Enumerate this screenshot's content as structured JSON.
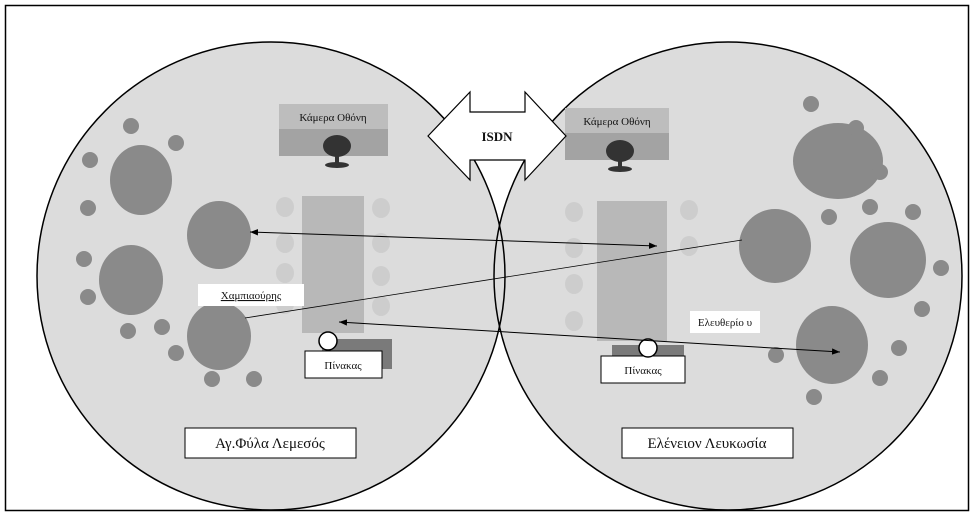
{
  "link": {
    "label": "ISDN"
  },
  "sites": {
    "left": {
      "name": "Αγ.Φύλα Λεμεσός",
      "camera_screen": "Κάμερα Οθόνη",
      "board": "Πίνακας",
      "person_label": "Χαμπιαούρης"
    },
    "right": {
      "name": "Ελένειον Λευκωσία",
      "camera_screen": "Κάμερα Οθόνη",
      "board": "Πίνακας",
      "person_label": "Ελευθερίο υ"
    }
  },
  "colors": {
    "room_fill": "#dcdcdc",
    "group_fill": "#8a8a8a",
    "table_fill": "#b8b8b8",
    "chair_fill": "#cdcdcd",
    "board_fill": "#7a7a7a",
    "monitor_top_fill": "#bdbdbd",
    "monitor_body_fill": "#a3a3a3",
    "camera_fill": "#333333"
  }
}
